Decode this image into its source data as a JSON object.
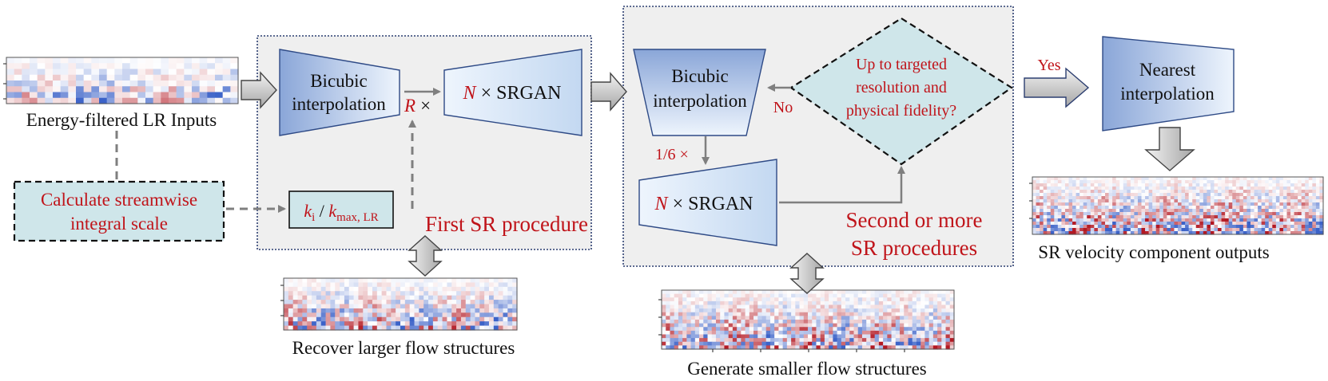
{
  "colors": {
    "red_text": "#c0141a",
    "panel_fill": "#efefef",
    "panel_border": "#2c3e70",
    "block_light": "#eef5fd",
    "block_dark": "#8aa6d8",
    "decision_fill": "#cfe6ea",
    "calc_fill": "#cfe6ea",
    "arrow_gray": "#7f7f7f",
    "field_blue": "#3b62c8",
    "field_red": "#b31822"
  },
  "lr_input": {
    "label": "Energy-filtered LR Inputs"
  },
  "calc_box": {
    "line1": "Calculate streamwise",
    "line2": "integral scale"
  },
  "first_sr": {
    "title": "First SR procedure",
    "bicubic": {
      "line1": "Bicubic",
      "line2": "interpolation"
    },
    "r_mult": {
      "symbol": "R",
      "times": "×"
    },
    "srgan": {
      "symbol": "N",
      "text": "× SRGAN"
    },
    "ratio": {
      "k": "k",
      "i": "i",
      "slash": " / ",
      "k2": "k",
      "sub": "max, LR"
    }
  },
  "recover": {
    "label": "Recover larger flow structures"
  },
  "second_sr": {
    "title_line1": "Second or more",
    "title_line2": "SR procedures",
    "bicubic": {
      "line1": "Bicubic",
      "line2": "interpolation"
    },
    "scale": "1/6 ×",
    "srgan": {
      "symbol": "N",
      "text": "× SRGAN"
    },
    "decision": {
      "line1": "Up to targeted",
      "line2": "resolution and",
      "line3": "physical fidelity?"
    },
    "no": "No"
  },
  "generate": {
    "label": "Generate smaller flow structures"
  },
  "yes": "Yes",
  "nearest": {
    "line1": "Nearest",
    "line2": "interpolation"
  },
  "sr_output": {
    "label": "SR velocity component outputs"
  }
}
